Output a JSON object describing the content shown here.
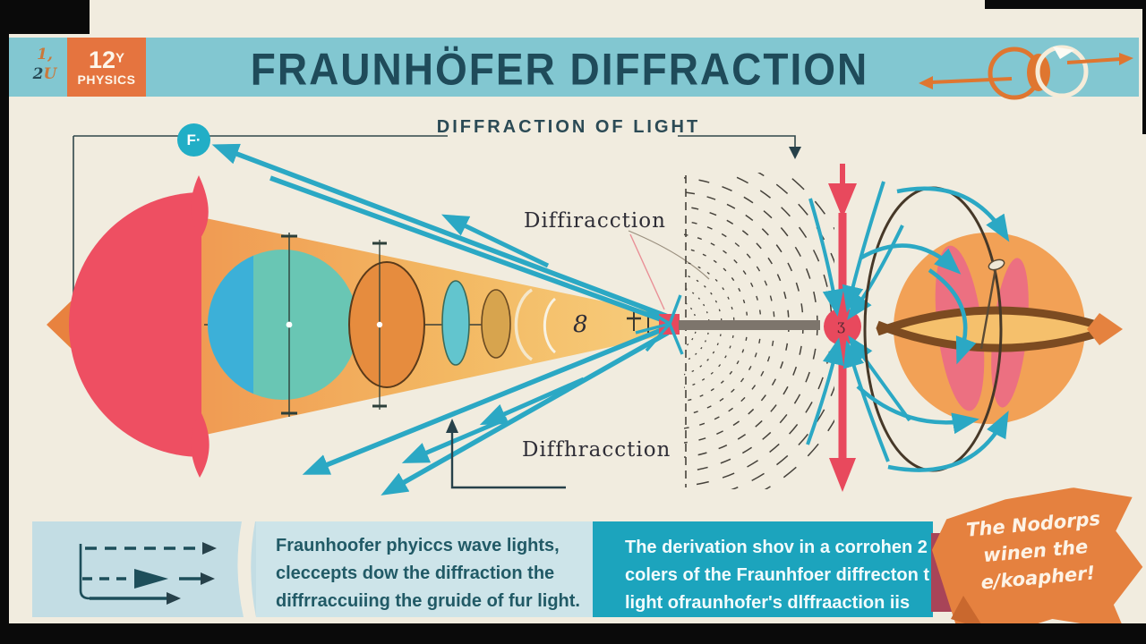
{
  "header": {
    "band_color": "#82c7d1",
    "mark": {
      "l1": "1,",
      "l2a": "2",
      "l2b": "U"
    },
    "badge": {
      "grade": "12",
      "grade_sup": "Y",
      "subject": "PHYSICS",
      "color": "#e5743f"
    },
    "title": "FRAUNHÖFER DIFFRACTION",
    "title_color": "#1f4b5a",
    "logo_icon": "spectacles-with-arrows"
  },
  "subtitle": {
    "text": "DIFFRACTION OF LIGHT"
  },
  "diagram": {
    "f_marker": "F·",
    "label_top": "Diffiracction",
    "label_bottom": "Diffhracction",
    "cone_glyph": "8",
    "node_glyph": "ʒ",
    "colors": {
      "cyan_arrow": "#2ba8c4",
      "red_shape": "#ee4f62",
      "cone_orange": "#f09b53",
      "sphere_orange": "#f2a156",
      "field_ink": "#46423b"
    }
  },
  "footer": {
    "panel1": {
      "lines": [
        "Fraunhoofer phyiccs wave lights,",
        "cleccepts dow the diffraction the",
        "diffrraccuiing the gruide of fur light."
      ]
    },
    "panel2": {
      "lines": [
        "The derivation shov in a corrohen 2",
        "colers of the Fraunhfoer diffrecton t",
        "light ofraunhofer's dlffraaction iis"
      ]
    },
    "ribbon": {
      "lines": [
        "The Nodorps",
        "winen the",
        "e/koapher!"
      ],
      "color": "#e5813f"
    }
  }
}
